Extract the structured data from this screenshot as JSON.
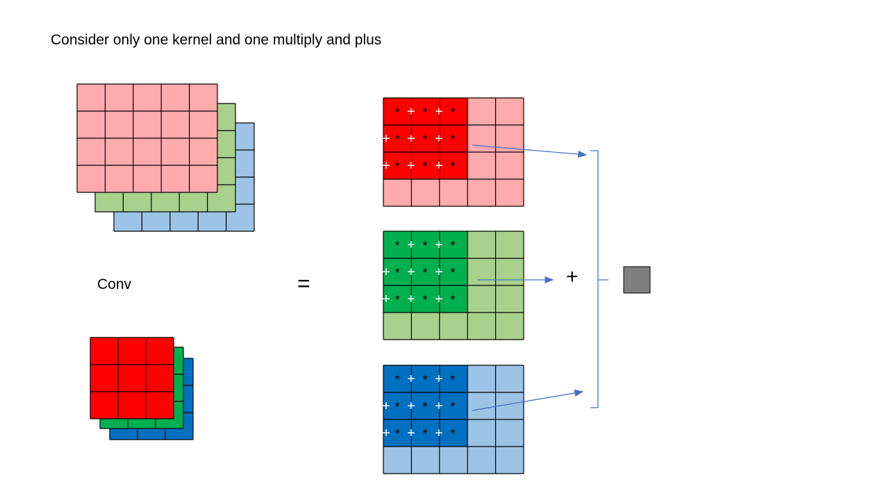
{
  "title": "Consider only one kernel and one multiply and plus",
  "conv_label": "Conv",
  "equals_label": "=",
  "plus_label": "+",
  "mult_symbol": "*",
  "add_symbol": "+",
  "colors": {
    "input_red": "#ffaaad",
    "input_green": "#a8d18d",
    "input_blue": "#9dc3e6",
    "kernel_red": "#ff0000",
    "kernel_green": "#00b050",
    "kernel_blue": "#0070c0",
    "output_cell": "#7f7f7f",
    "arrow": "#4472c4",
    "grid_line": "#000000"
  },
  "input_stack": {
    "rows": 4,
    "cols": 5,
    "channels": [
      "red",
      "green",
      "blue"
    ]
  },
  "kernel_stack": {
    "rows": 3,
    "cols": 3,
    "channels": [
      "red",
      "green",
      "blue"
    ]
  }
}
